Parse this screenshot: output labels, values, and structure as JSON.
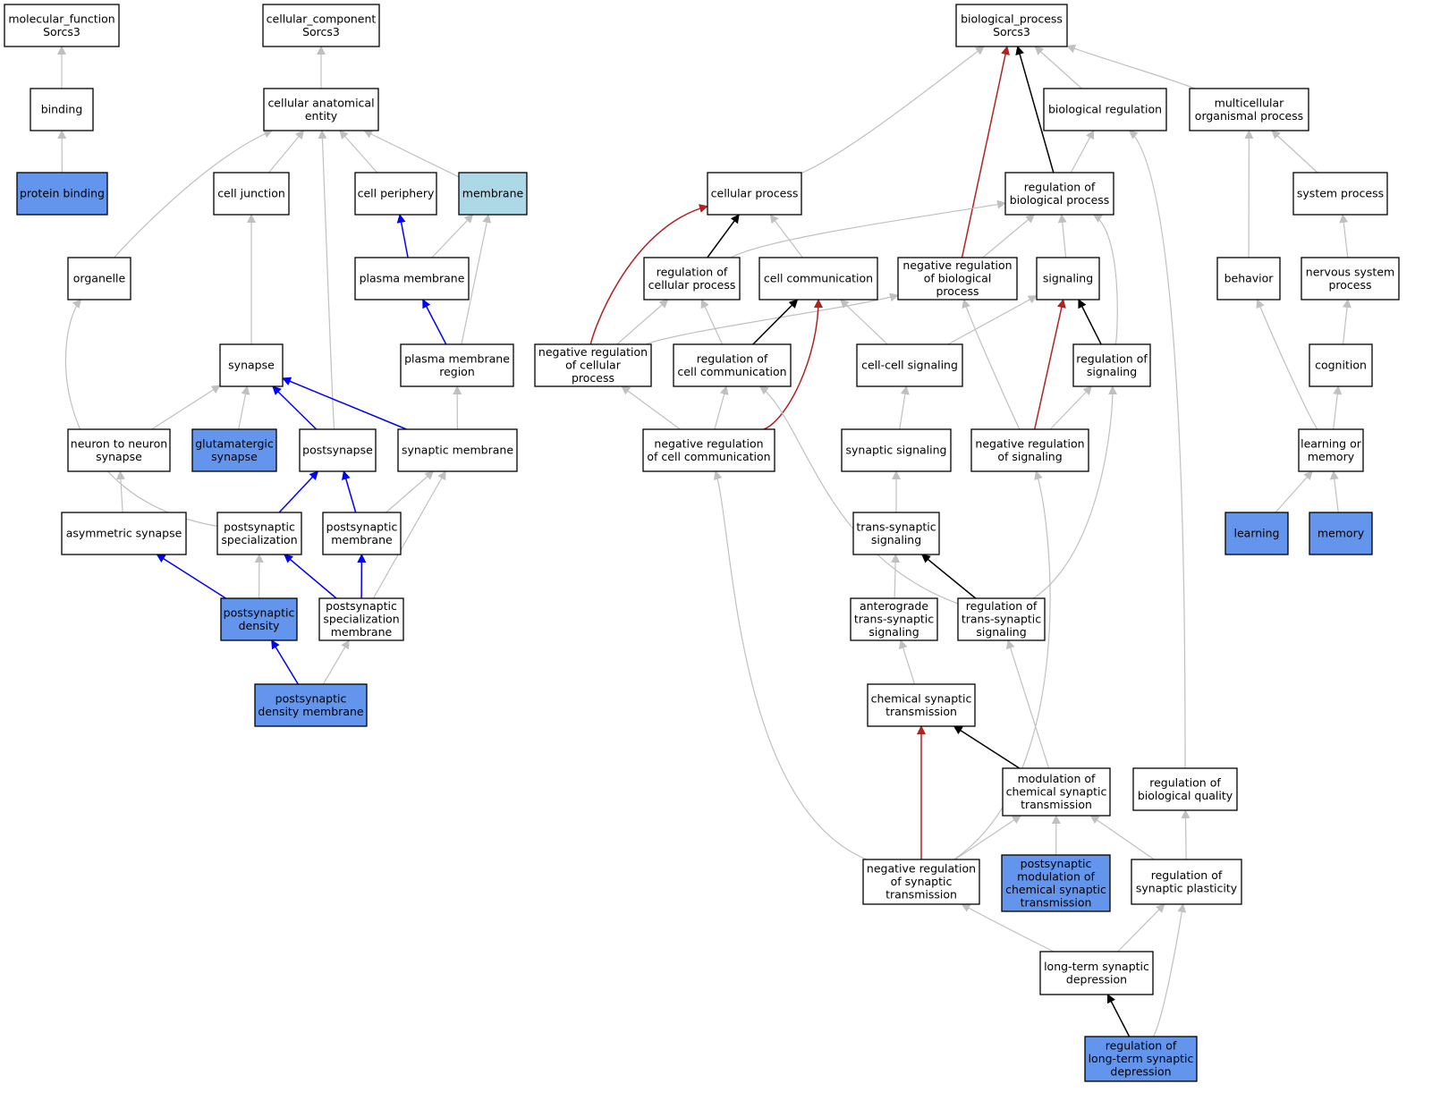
{
  "colors": {
    "node_default": "#ffffff",
    "node_highlight": "#6495ed",
    "node_membrane": "#add8e6",
    "edge_is_a": "#c0c0c0",
    "edge_part_of": "#0000ff",
    "edge_regulates": "#000000",
    "edge_negatively_regulates": "#b22222"
  },
  "nodes": [
    {
      "id": "mf_root",
      "lines": [
        "molecular_function",
        "Sorcs3"
      ],
      "fill": "default"
    },
    {
      "id": "binding",
      "lines": [
        "binding"
      ],
      "fill": "default"
    },
    {
      "id": "protein_binding",
      "lines": [
        "protein binding"
      ],
      "fill": "highlight"
    },
    {
      "id": "cc_root",
      "lines": [
        "cellular_component",
        "Sorcs3"
      ],
      "fill": "default"
    },
    {
      "id": "cellular_anatomical_entity",
      "lines": [
        "cellular anatomical",
        "entity"
      ],
      "fill": "default"
    },
    {
      "id": "cell_junction",
      "lines": [
        "cell junction"
      ],
      "fill": "default"
    },
    {
      "id": "cell_periphery",
      "lines": [
        "cell periphery"
      ],
      "fill": "default"
    },
    {
      "id": "membrane",
      "lines": [
        "membrane"
      ],
      "fill": "membrane"
    },
    {
      "id": "organelle",
      "lines": [
        "organelle"
      ],
      "fill": "default"
    },
    {
      "id": "plasma_membrane",
      "lines": [
        "plasma membrane"
      ],
      "fill": "default"
    },
    {
      "id": "synapse",
      "lines": [
        "synapse"
      ],
      "fill": "default"
    },
    {
      "id": "plasma_membrane_region",
      "lines": [
        "plasma membrane",
        "region"
      ],
      "fill": "default"
    },
    {
      "id": "neuron_to_neuron_synapse",
      "lines": [
        "neuron to neuron",
        "synapse"
      ],
      "fill": "default"
    },
    {
      "id": "glutamatergic_synapse",
      "lines": [
        "glutamatergic",
        "synapse"
      ],
      "fill": "highlight"
    },
    {
      "id": "postsynapse",
      "lines": [
        "postsynapse"
      ],
      "fill": "default"
    },
    {
      "id": "synaptic_membrane",
      "lines": [
        "synaptic membrane"
      ],
      "fill": "default"
    },
    {
      "id": "asymmetric_synapse",
      "lines": [
        "asymmetric synapse"
      ],
      "fill": "default"
    },
    {
      "id": "postsynaptic_specialization",
      "lines": [
        "postsynaptic",
        "specialization"
      ],
      "fill": "default"
    },
    {
      "id": "postsynaptic_membrane",
      "lines": [
        "postsynaptic",
        "membrane"
      ],
      "fill": "default"
    },
    {
      "id": "postsynaptic_density",
      "lines": [
        "postsynaptic",
        "density"
      ],
      "fill": "highlight"
    },
    {
      "id": "postsynaptic_specialization_membrane",
      "lines": [
        "postsynaptic",
        "specialization",
        "membrane"
      ],
      "fill": "default"
    },
    {
      "id": "postsynaptic_density_membrane",
      "lines": [
        "postsynaptic",
        "density membrane"
      ],
      "fill": "highlight"
    },
    {
      "id": "bp_root",
      "lines": [
        "biological_process",
        "Sorcs3"
      ],
      "fill": "default"
    },
    {
      "id": "biological_regulation",
      "lines": [
        "biological regulation"
      ],
      "fill": "default"
    },
    {
      "id": "multicellular_organismal_process",
      "lines": [
        "multicellular",
        "organismal process"
      ],
      "fill": "default"
    },
    {
      "id": "cellular_process",
      "lines": [
        "cellular process"
      ],
      "fill": "default"
    },
    {
      "id": "regulation_of_biological_process",
      "lines": [
        "regulation of",
        "biological process"
      ],
      "fill": "default"
    },
    {
      "id": "system_process",
      "lines": [
        "system process"
      ],
      "fill": "default"
    },
    {
      "id": "regulation_of_cellular_process",
      "lines": [
        "regulation of",
        "cellular process"
      ],
      "fill": "default"
    },
    {
      "id": "cell_communication",
      "lines": [
        "cell communication"
      ],
      "fill": "default"
    },
    {
      "id": "negative_regulation_of_biological_process",
      "lines": [
        "negative regulation",
        "of biological",
        "process"
      ],
      "fill": "default"
    },
    {
      "id": "signaling",
      "lines": [
        "signaling"
      ],
      "fill": "default"
    },
    {
      "id": "behavior",
      "lines": [
        "behavior"
      ],
      "fill": "default"
    },
    {
      "id": "nervous_system_process",
      "lines": [
        "nervous system",
        "process"
      ],
      "fill": "default"
    },
    {
      "id": "negative_regulation_of_cellular_process",
      "lines": [
        "negative regulation",
        "of cellular",
        "process"
      ],
      "fill": "default"
    },
    {
      "id": "regulation_of_cell_communication",
      "lines": [
        "regulation of",
        "cell communication"
      ],
      "fill": "default"
    },
    {
      "id": "cell_cell_signaling",
      "lines": [
        "cell-cell signaling"
      ],
      "fill": "default"
    },
    {
      "id": "regulation_of_signaling",
      "lines": [
        "regulation of",
        "signaling"
      ],
      "fill": "default"
    },
    {
      "id": "cognition",
      "lines": [
        "cognition"
      ],
      "fill": "default"
    },
    {
      "id": "negative_regulation_of_cell_communication",
      "lines": [
        "negative regulation",
        "of cell communication"
      ],
      "fill": "default"
    },
    {
      "id": "synaptic_signaling",
      "lines": [
        "synaptic signaling"
      ],
      "fill": "default"
    },
    {
      "id": "negative_regulation_of_signaling",
      "lines": [
        "negative regulation",
        "of signaling"
      ],
      "fill": "default"
    },
    {
      "id": "learning_or_memory",
      "lines": [
        "learning or",
        "memory"
      ],
      "fill": "default"
    },
    {
      "id": "trans_synaptic_signaling",
      "lines": [
        "trans-synaptic",
        "signaling"
      ],
      "fill": "default"
    },
    {
      "id": "learning",
      "lines": [
        "learning"
      ],
      "fill": "highlight"
    },
    {
      "id": "memory",
      "lines": [
        "memory"
      ],
      "fill": "highlight"
    },
    {
      "id": "anterograde_trans_synaptic_signaling",
      "lines": [
        "anterograde",
        "trans-synaptic",
        "signaling"
      ],
      "fill": "default"
    },
    {
      "id": "regulation_of_trans_synaptic_signaling",
      "lines": [
        "regulation of",
        "trans-synaptic",
        "signaling"
      ],
      "fill": "default"
    },
    {
      "id": "chemical_synaptic_transmission",
      "lines": [
        "chemical synaptic",
        "transmission"
      ],
      "fill": "default"
    },
    {
      "id": "modulation_of_chemical_synaptic_transmission",
      "lines": [
        "modulation of",
        "chemical synaptic",
        "transmission"
      ],
      "fill": "default"
    },
    {
      "id": "regulation_of_biological_quality",
      "lines": [
        "regulation of",
        "biological quality"
      ],
      "fill": "default"
    },
    {
      "id": "negative_regulation_of_synaptic_transmission",
      "lines": [
        "negative regulation",
        "of synaptic",
        "transmission"
      ],
      "fill": "default"
    },
    {
      "id": "postsynaptic_modulation",
      "lines": [
        "postsynaptic",
        "modulation of",
        "chemical synaptic",
        "transmission"
      ],
      "fill": "highlight"
    },
    {
      "id": "regulation_of_synaptic_plasticity",
      "lines": [
        "regulation of",
        "synaptic plasticity"
      ],
      "fill": "default"
    },
    {
      "id": "long_term_synaptic_depression",
      "lines": [
        "long-term synaptic",
        "depression"
      ],
      "fill": "default"
    },
    {
      "id": "regulation_of_long_term_synaptic_depression",
      "lines": [
        "regulation of",
        "long-term synaptic",
        "depression"
      ],
      "fill": "highlight"
    }
  ],
  "edges": [
    {
      "from": "binding",
      "to": "mf_root",
      "type": "is_a"
    },
    {
      "from": "protein_binding",
      "to": "binding",
      "type": "is_a"
    },
    {
      "from": "cellular_anatomical_entity",
      "to": "cc_root",
      "type": "is_a"
    },
    {
      "from": "cell_junction",
      "to": "cellular_anatomical_entity",
      "type": "is_a"
    },
    {
      "from": "cell_periphery",
      "to": "cellular_anatomical_entity",
      "type": "is_a"
    },
    {
      "from": "membrane",
      "to": "cellular_anatomical_entity",
      "type": "is_a"
    },
    {
      "from": "organelle",
      "to": "cellular_anatomical_entity",
      "type": "is_a"
    },
    {
      "from": "postsynapse",
      "to": "cellular_anatomical_entity",
      "type": "is_a"
    },
    {
      "from": "plasma_membrane",
      "to": "cell_periphery",
      "type": "part_of"
    },
    {
      "from": "plasma_membrane",
      "to": "membrane",
      "type": "is_a"
    },
    {
      "from": "synapse",
      "to": "cell_junction",
      "type": "is_a"
    },
    {
      "from": "plasma_membrane_region",
      "to": "plasma_membrane",
      "type": "part_of"
    },
    {
      "from": "plasma_membrane_region",
      "to": "membrane",
      "type": "is_a"
    },
    {
      "from": "neuron_to_neuron_synapse",
      "to": "synapse",
      "type": "is_a"
    },
    {
      "from": "glutamatergic_synapse",
      "to": "synapse",
      "type": "is_a"
    },
    {
      "from": "postsynapse",
      "to": "synapse",
      "type": "part_of"
    },
    {
      "from": "synaptic_membrane",
      "to": "synapse",
      "type": "part_of"
    },
    {
      "from": "synaptic_membrane",
      "to": "plasma_membrane_region",
      "type": "is_a"
    },
    {
      "from": "asymmetric_synapse",
      "to": "neuron_to_neuron_synapse",
      "type": "is_a"
    },
    {
      "from": "postsynaptic_specialization",
      "to": "postsynapse",
      "type": "part_of"
    },
    {
      "from": "postsynaptic_specialization",
      "to": "organelle",
      "type": "is_a"
    },
    {
      "from": "postsynaptic_membrane",
      "to": "postsynapse",
      "type": "part_of"
    },
    {
      "from": "postsynaptic_membrane",
      "to": "synaptic_membrane",
      "type": "is_a"
    },
    {
      "from": "postsynaptic_density",
      "to": "asymmetric_synapse",
      "type": "part_of"
    },
    {
      "from": "postsynaptic_density",
      "to": "postsynaptic_specialization",
      "type": "is_a"
    },
    {
      "from": "postsynaptic_specialization_membrane",
      "to": "postsynaptic_specialization",
      "type": "part_of"
    },
    {
      "from": "postsynaptic_specialization_membrane",
      "to": "postsynaptic_membrane",
      "type": "part_of"
    },
    {
      "from": "postsynaptic_specialization_membrane",
      "to": "synaptic_membrane",
      "type": "is_a"
    },
    {
      "from": "postsynaptic_density_membrane",
      "to": "postsynaptic_density",
      "type": "part_of"
    },
    {
      "from": "postsynaptic_density_membrane",
      "to": "postsynaptic_specialization_membrane",
      "type": "is_a"
    },
    {
      "from": "cellular_process",
      "to": "bp_root",
      "type": "is_a"
    },
    {
      "from": "biological_regulation",
      "to": "bp_root",
      "type": "is_a"
    },
    {
      "from": "multicellular_organismal_process",
      "to": "bp_root",
      "type": "is_a"
    },
    {
      "from": "regulation_of_biological_process",
      "to": "bp_root",
      "type": "regulates"
    },
    {
      "from": "negative_regulation_of_biological_process",
      "to": "bp_root",
      "type": "negatively_regulates"
    },
    {
      "from": "regulation_of_biological_process",
      "to": "biological_regulation",
      "type": "is_a"
    },
    {
      "from": "system_process",
      "to": "multicellular_organismal_process",
      "type": "is_a"
    },
    {
      "from": "behavior",
      "to": "multicellular_organismal_process",
      "type": "is_a"
    },
    {
      "from": "regulation_of_cellular_process",
      "to": "cellular_process",
      "type": "regulates"
    },
    {
      "from": "regulation_of_cellular_process",
      "to": "regulation_of_biological_process",
      "type": "is_a"
    },
    {
      "from": "cell_communication",
      "to": "cellular_process",
      "type": "is_a"
    },
    {
      "from": "negative_regulation_of_biological_process",
      "to": "regulation_of_biological_process",
      "type": "is_a"
    },
    {
      "from": "signaling",
      "to": "regulation_of_biological_process",
      "type": "is_a"
    },
    {
      "from": "nervous_system_process",
      "to": "system_process",
      "type": "is_a"
    },
    {
      "from": "negative_regulation_of_cellular_process",
      "to": "cellular_process",
      "type": "negatively_regulates"
    },
    {
      "from": "negative_regulation_of_cellular_process",
      "to": "regulation_of_cellular_process",
      "type": "is_a"
    },
    {
      "from": "negative_regulation_of_cellular_process",
      "to": "negative_regulation_of_biological_process",
      "type": "is_a"
    },
    {
      "from": "regulation_of_cell_communication",
      "to": "cell_communication",
      "type": "regulates"
    },
    {
      "from": "regulation_of_cell_communication",
      "to": "regulation_of_cellular_process",
      "type": "is_a"
    },
    {
      "from": "cell_cell_signaling",
      "to": "cell_communication",
      "type": "is_a"
    },
    {
      "from": "cell_cell_signaling",
      "to": "signaling",
      "type": "is_a"
    },
    {
      "from": "regulation_of_signaling",
      "to": "signaling",
      "type": "regulates"
    },
    {
      "from": "regulation_of_signaling",
      "to": "regulation_of_biological_process",
      "type": "is_a"
    },
    {
      "from": "cognition",
      "to": "nervous_system_process",
      "type": "is_a"
    },
    {
      "from": "negative_regulation_of_cell_communication",
      "to": "cell_communication",
      "type": "negatively_regulates"
    },
    {
      "from": "negative_regulation_of_cell_communication",
      "to": "regulation_of_cell_communication",
      "type": "is_a"
    },
    {
      "from": "negative_regulation_of_cell_communication",
      "to": "negative_regulation_of_cellular_process",
      "type": "is_a"
    },
    {
      "from": "synaptic_signaling",
      "to": "cell_cell_signaling",
      "type": "is_a"
    },
    {
      "from": "negative_regulation_of_signaling",
      "to": "signaling",
      "type": "negatively_regulates"
    },
    {
      "from": "negative_regulation_of_signaling",
      "to": "regulation_of_signaling",
      "type": "is_a"
    },
    {
      "from": "negative_regulation_of_signaling",
      "to": "negative_regulation_of_biological_process",
      "type": "is_a"
    },
    {
      "from": "learning_or_memory",
      "to": "cognition",
      "type": "is_a"
    },
    {
      "from": "learning_or_memory",
      "to": "behavior",
      "type": "is_a"
    },
    {
      "from": "trans_synaptic_signaling",
      "to": "synaptic_signaling",
      "type": "is_a"
    },
    {
      "from": "learning",
      "to": "learning_or_memory",
      "type": "is_a"
    },
    {
      "from": "memory",
      "to": "learning_or_memory",
      "type": "is_a"
    },
    {
      "from": "anterograde_trans_synaptic_signaling",
      "to": "trans_synaptic_signaling",
      "type": "is_a"
    },
    {
      "from": "regulation_of_trans_synaptic_signaling",
      "to": "trans_synaptic_signaling",
      "type": "regulates"
    },
    {
      "from": "regulation_of_trans_synaptic_signaling",
      "to": "regulation_of_cell_communication",
      "type": "is_a"
    },
    {
      "from": "regulation_of_trans_synaptic_signaling",
      "to": "regulation_of_signaling",
      "type": "is_a"
    },
    {
      "from": "chemical_synaptic_transmission",
      "to": "anterograde_trans_synaptic_signaling",
      "type": "is_a"
    },
    {
      "from": "modulation_of_chemical_synaptic_transmission",
      "to": "chemical_synaptic_transmission",
      "type": "regulates"
    },
    {
      "from": "modulation_of_chemical_synaptic_transmission",
      "to": "regulation_of_trans_synaptic_signaling",
      "type": "is_a"
    },
    {
      "from": "regulation_of_biological_quality",
      "to": "biological_regulation",
      "type": "is_a"
    },
    {
      "from": "negative_regulation_of_synaptic_transmission",
      "to": "chemical_synaptic_transmission",
      "type": "negatively_regulates"
    },
    {
      "from": "negative_regulation_of_synaptic_transmission",
      "to": "modulation_of_chemical_synaptic_transmission",
      "type": "is_a"
    },
    {
      "from": "negative_regulation_of_synaptic_transmission",
      "to": "negative_regulation_of_cell_communication",
      "type": "is_a"
    },
    {
      "from": "negative_regulation_of_synaptic_transmission",
      "to": "negative_regulation_of_signaling",
      "type": "is_a"
    },
    {
      "from": "postsynaptic_modulation",
      "to": "modulation_of_chemical_synaptic_transmission",
      "type": "is_a"
    },
    {
      "from": "regulation_of_synaptic_plasticity",
      "to": "modulation_of_chemical_synaptic_transmission",
      "type": "is_a"
    },
    {
      "from": "regulation_of_synaptic_plasticity",
      "to": "regulation_of_biological_quality",
      "type": "is_a"
    },
    {
      "from": "long_term_synaptic_depression",
      "to": "regulation_of_synaptic_plasticity",
      "type": "is_a"
    },
    {
      "from": "long_term_synaptic_depression",
      "to": "negative_regulation_of_synaptic_transmission",
      "type": "is_a"
    },
    {
      "from": "regulation_of_long_term_synaptic_depression",
      "to": "long_term_synaptic_depression",
      "type": "regulates"
    },
    {
      "from": "regulation_of_long_term_synaptic_depression",
      "to": "regulation_of_synaptic_plasticity",
      "type": "is_a"
    }
  ]
}
